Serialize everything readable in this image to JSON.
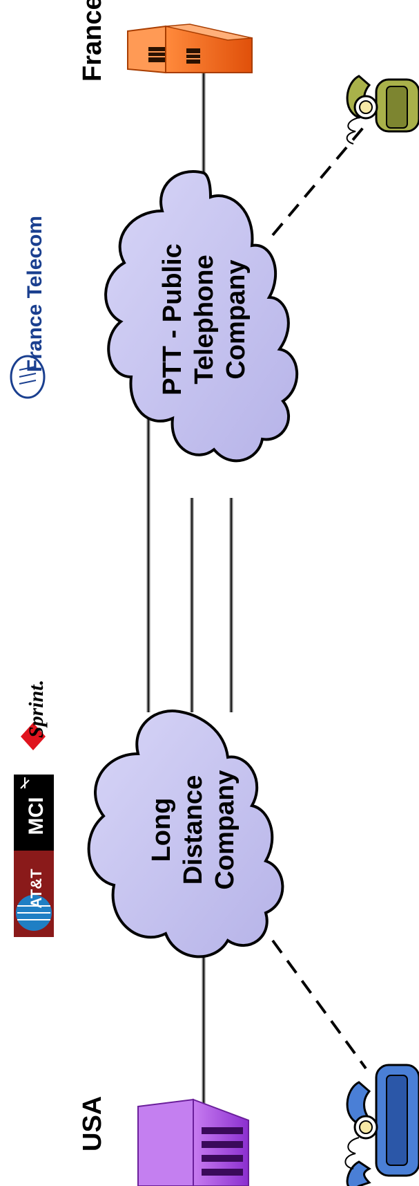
{
  "labels": {
    "left_country": "USA",
    "right_country": "France"
  },
  "clouds": {
    "long_distance": {
      "lines": [
        "Long",
        "Distance",
        "Company"
      ]
    },
    "ptt": {
      "lines": [
        "PTT - Public",
        "Telephone",
        "Company"
      ]
    }
  },
  "logos": {
    "att": "AT&T",
    "mci": "MCI",
    "sprint": "Sprint.",
    "france_telecom": "France Telecom"
  },
  "colors": {
    "cloud_fill": "#c4c2f0",
    "usa_building": "#a64ce0",
    "france_building": "#f06414",
    "phone_usa": "#4a7fd6",
    "phone_france": "#a9b14a",
    "att_blue": "#1f7fc4",
    "att_red": "#8a1a1a",
    "sprint_red": "#e0141e",
    "france_telecom_blue": "#1a3f8f"
  },
  "icons": [
    "usa-building-icon",
    "france-building-icon",
    "telephone-icon-usa",
    "telephone-icon-france",
    "att-logo",
    "mci-logo",
    "sprint-logo",
    "france-telecom-logo"
  ]
}
